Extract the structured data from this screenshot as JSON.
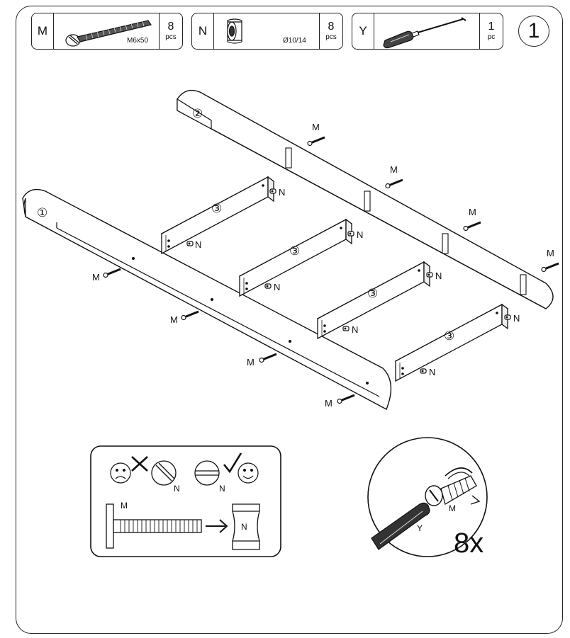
{
  "parts": [
    {
      "letter": "M",
      "spec": "M6x50",
      "qty": "8",
      "unit": "pcs",
      "icon": "bolt-icon"
    },
    {
      "letter": "N",
      "spec": "Ø10/14",
      "qty": "8",
      "unit": "pcs",
      "icon": "barrel-nut-icon"
    },
    {
      "letter": "Y",
      "spec": "",
      "qty": "1",
      "unit": "pc",
      "icon": "screwdriver-icon"
    }
  ],
  "step_number": "1",
  "panel_labels": {
    "rail_front": "①",
    "rail_back": "②",
    "slat": "③"
  },
  "hardware_labels": {
    "bolt": "M",
    "nut": "N",
    "tool": "Y"
  },
  "multiplier": "8x"
}
